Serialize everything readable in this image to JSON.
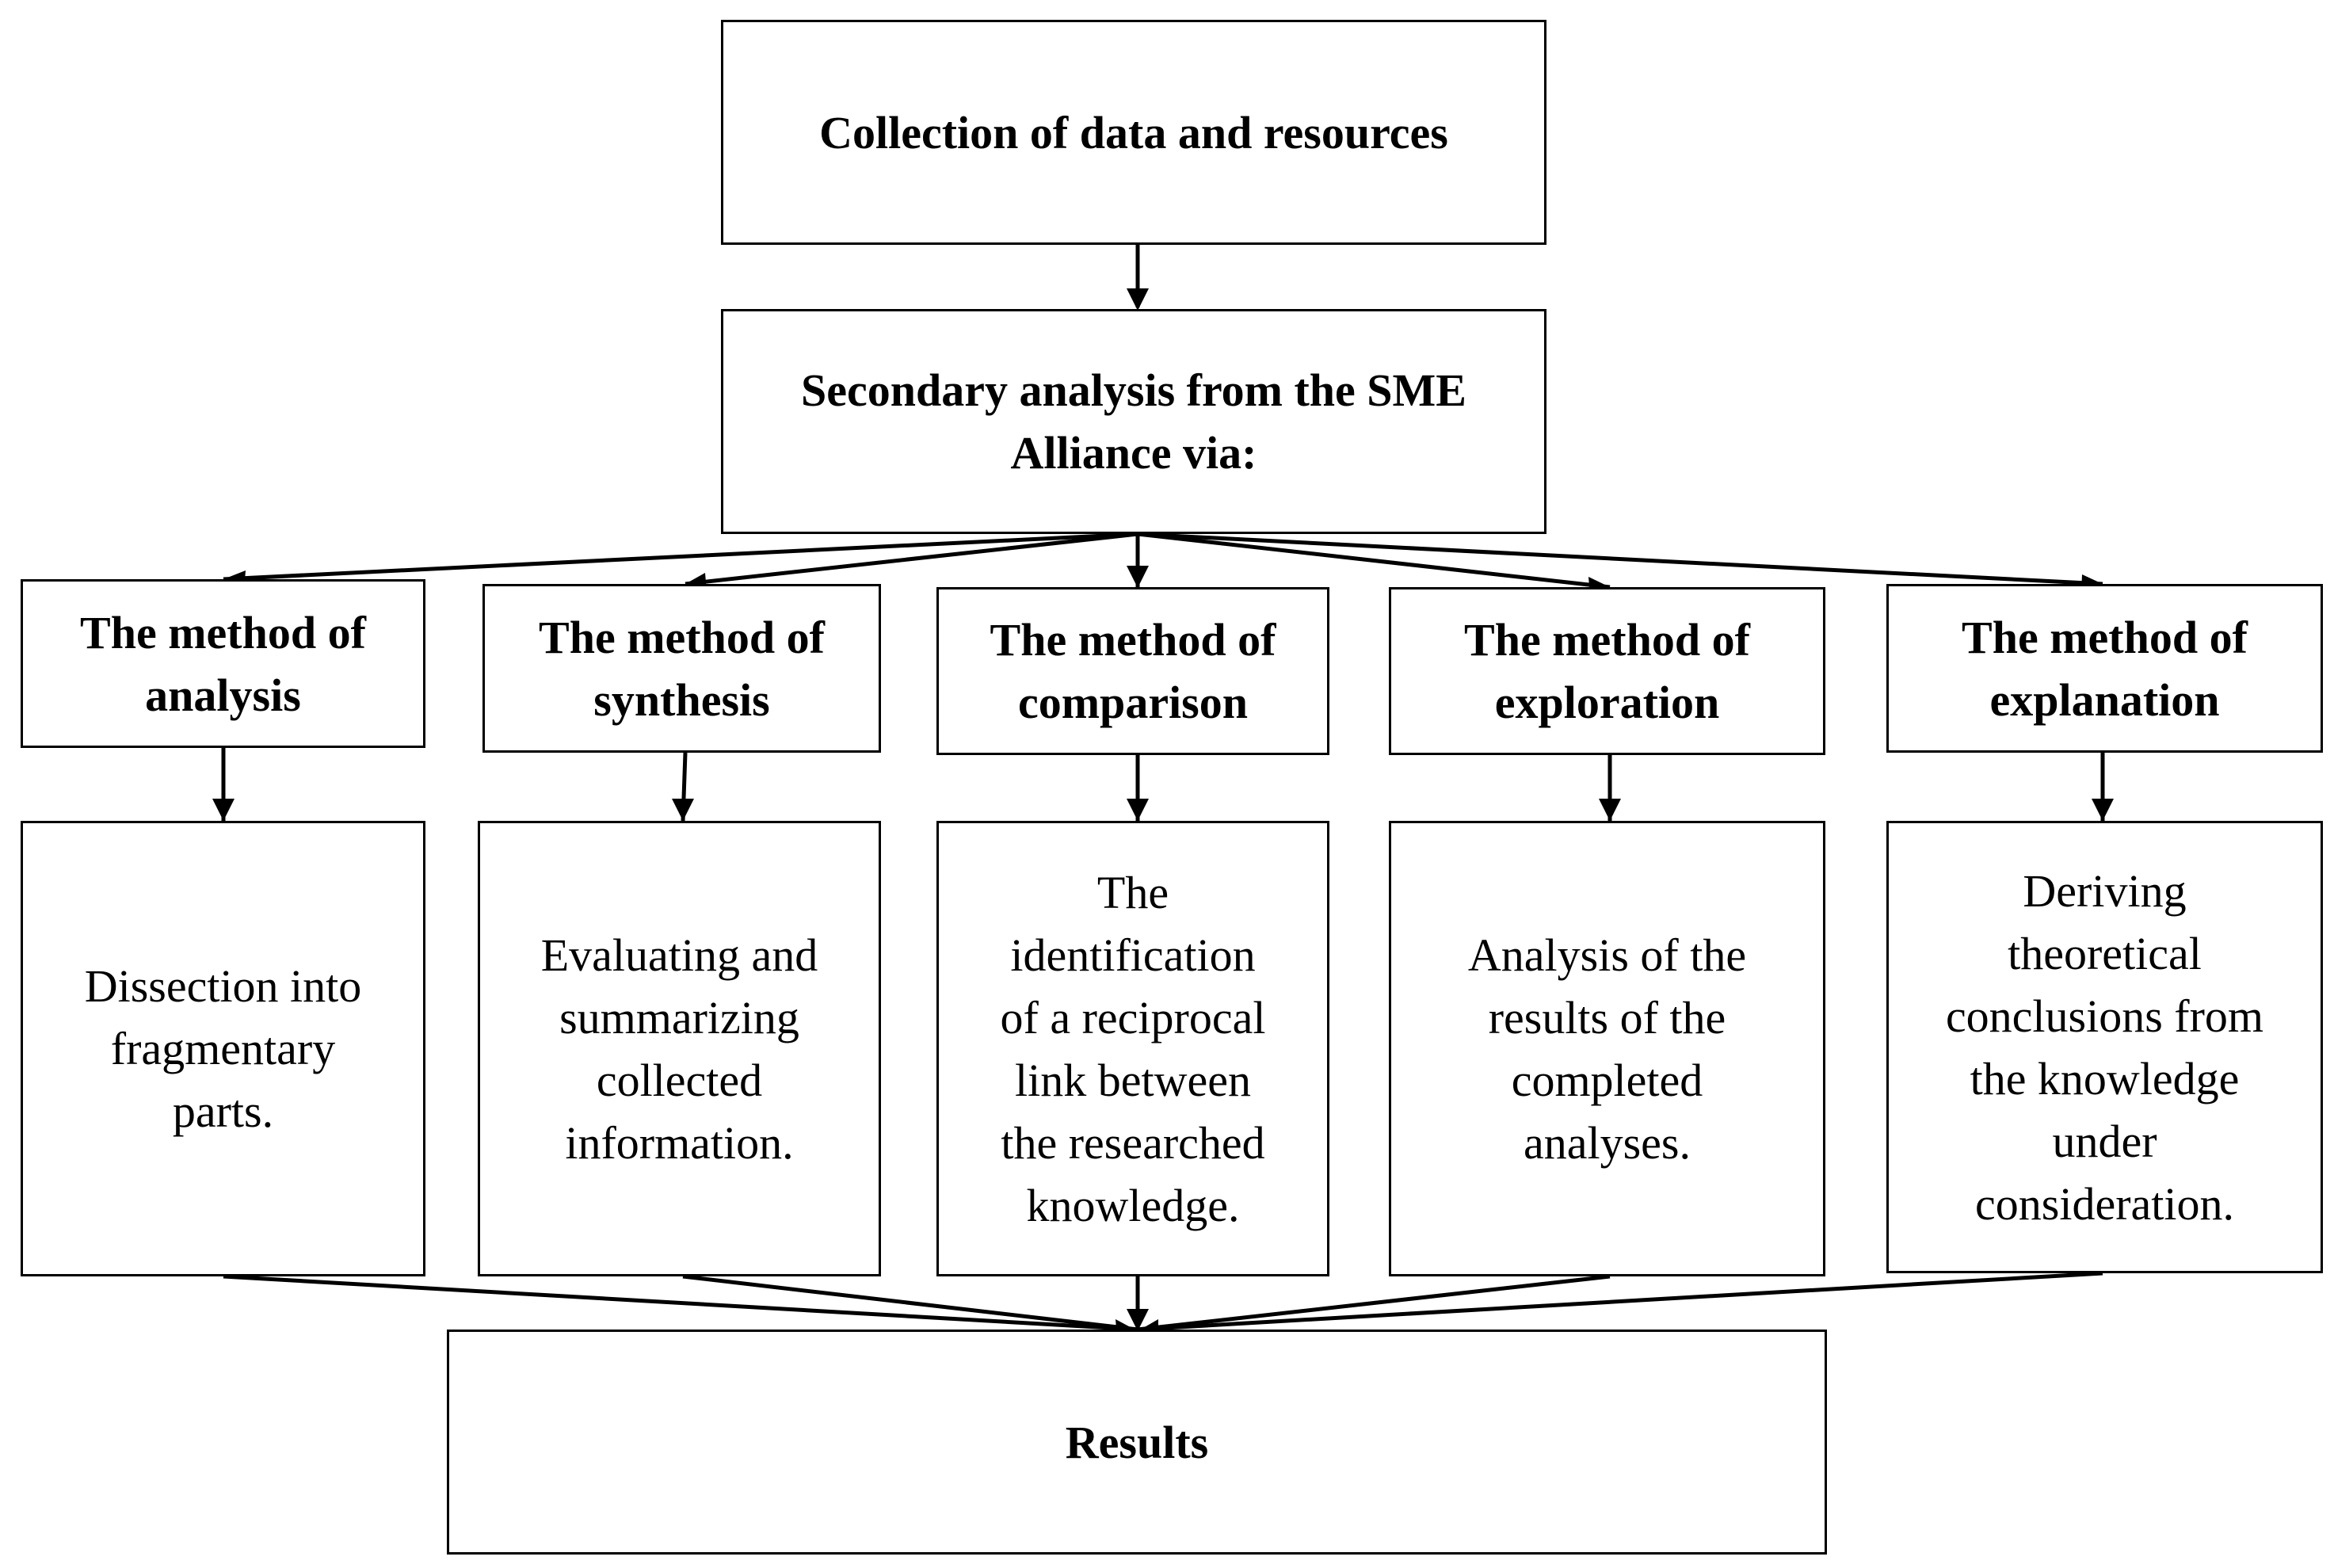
{
  "flowchart": {
    "top": {
      "label": "Collection of data and resources"
    },
    "secondary": {
      "line1": "Secondary analysis from the SME",
      "line2": "Alliance via:"
    },
    "methods": [
      {
        "title": [
          "The method of",
          "analysis"
        ],
        "description": [
          "Dissection into",
          "fragmentary",
          "parts."
        ]
      },
      {
        "title": [
          "The method of",
          "synthesis"
        ],
        "description": [
          "Evaluating and",
          "summarizing",
          "collected",
          "information."
        ]
      },
      {
        "title": [
          "The method of",
          "comparison"
        ],
        "description": [
          "The",
          "identification",
          "of a reciprocal",
          "link between",
          "the researched",
          "knowledge."
        ]
      },
      {
        "title": [
          "The method of",
          "exploration"
        ],
        "description": [
          "Analysis of the",
          "results of the",
          "completed",
          "analyses."
        ]
      },
      {
        "title": [
          "The method of",
          "explanation"
        ],
        "description": [
          "Deriving",
          "theoretical",
          "conclusions from",
          "the knowledge",
          "under",
          "consideration."
        ]
      }
    ],
    "result": {
      "label": "Results"
    }
  }
}
